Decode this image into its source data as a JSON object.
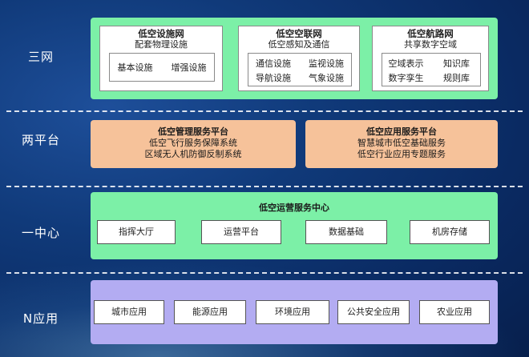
{
  "rows": {
    "networks_label": "三网",
    "platforms_label": "两平台",
    "center_label": "一中心",
    "apps_label": "N应用"
  },
  "networks": [
    {
      "title": "低空设施网",
      "subtitle": "配套物理设施",
      "items": [
        "基本设施",
        "增强设施"
      ]
    },
    {
      "title": "低空空联网",
      "subtitle": "低空感知及通信",
      "items": [
        "通信设施",
        "监视设施",
        "导航设施",
        "气象设施"
      ]
    },
    {
      "title": "低空航路网",
      "subtitle": "共享数字空域",
      "items": [
        "空域表示",
        "知识库",
        "数字孪生",
        "规则库"
      ]
    }
  ],
  "platforms": [
    {
      "title": "低空管理服务平台",
      "lines": [
        "低空飞行服务保障系统",
        "区域无人机防御反制系统"
      ]
    },
    {
      "title": "低空应用服务平台",
      "lines": [
        "智慧城市低空基础服务",
        "低空行业应用专题服务"
      ]
    }
  ],
  "center": {
    "title": "低空运营服务中心",
    "items": [
      "指挥大厅",
      "运营平台",
      "数据基础",
      "机房存储"
    ]
  },
  "applications": [
    "城市应用",
    "能源应用",
    "环境应用",
    "公共安全应用",
    "农业应用"
  ],
  "colors": {
    "background": "#0a2a62",
    "networks_panel": "#7cf0a7",
    "platforms_panel": "#f6c29a",
    "center_panel": "#7cf0a7",
    "apps_panel": "#b3acf2"
  }
}
